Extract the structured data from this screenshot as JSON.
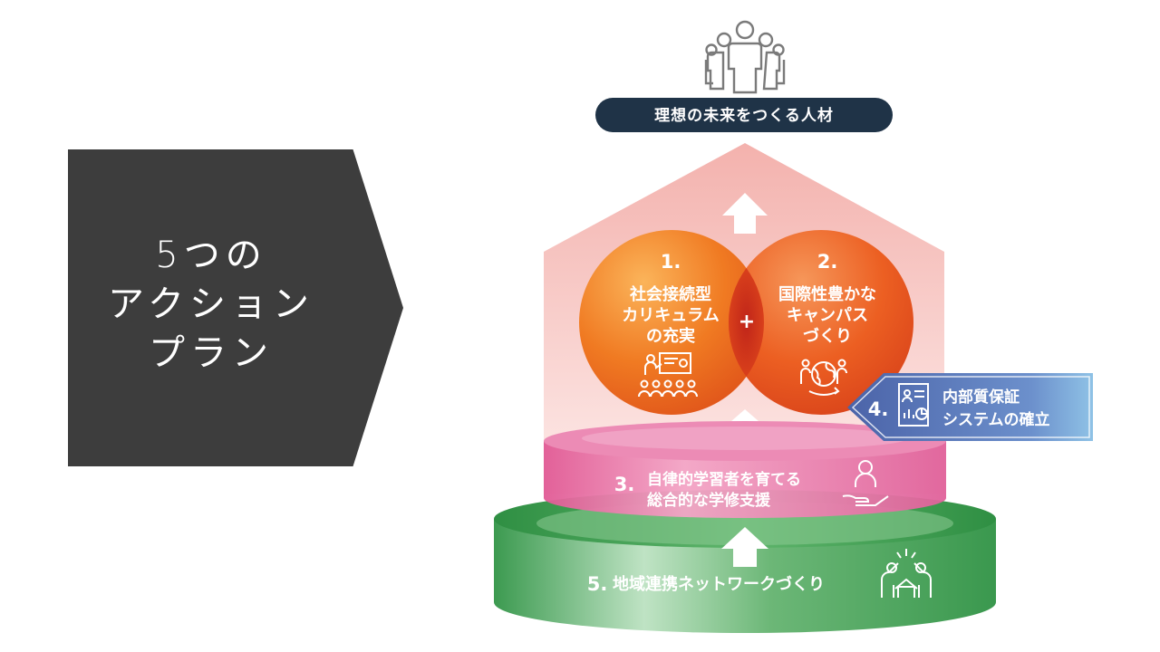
{
  "title": {
    "lines": [
      "5つの",
      "アクション",
      "プラン"
    ]
  },
  "top_goal": {
    "label": "理想の未来をつくる人材"
  },
  "actions": [
    {
      "num": "1.",
      "lines": [
        "社会接続型",
        "カリキュラム",
        "の充実"
      ],
      "icon": "presentation-icon"
    },
    {
      "num": "2.",
      "lines": [
        "国際性豊かな",
        "キャンパス",
        "づくり"
      ],
      "icon": "globe-people-icon"
    },
    {
      "num": "3.",
      "lines": [
        "自律的学習者を育てる",
        "総合的な学修支援"
      ],
      "icon": "hand-person-icon"
    },
    {
      "num": "4.",
      "lines": [
        "内部質保証",
        "システムの確立"
      ],
      "icon": "document-chart-icon"
    },
    {
      "num": "5.",
      "lines": [
        "地域連携ネットワークづくり"
      ],
      "icon": "community-hands-icon"
    }
  ],
  "plus_sign": "+",
  "colors": {
    "title_box": "#3d3d3d",
    "goal_pill": "#1f3347",
    "circle_orange": "#ef6a1a",
    "pink_tier": "#e6689e",
    "green_tier": "#4aa25c",
    "blue_banner": "#5473b7"
  }
}
